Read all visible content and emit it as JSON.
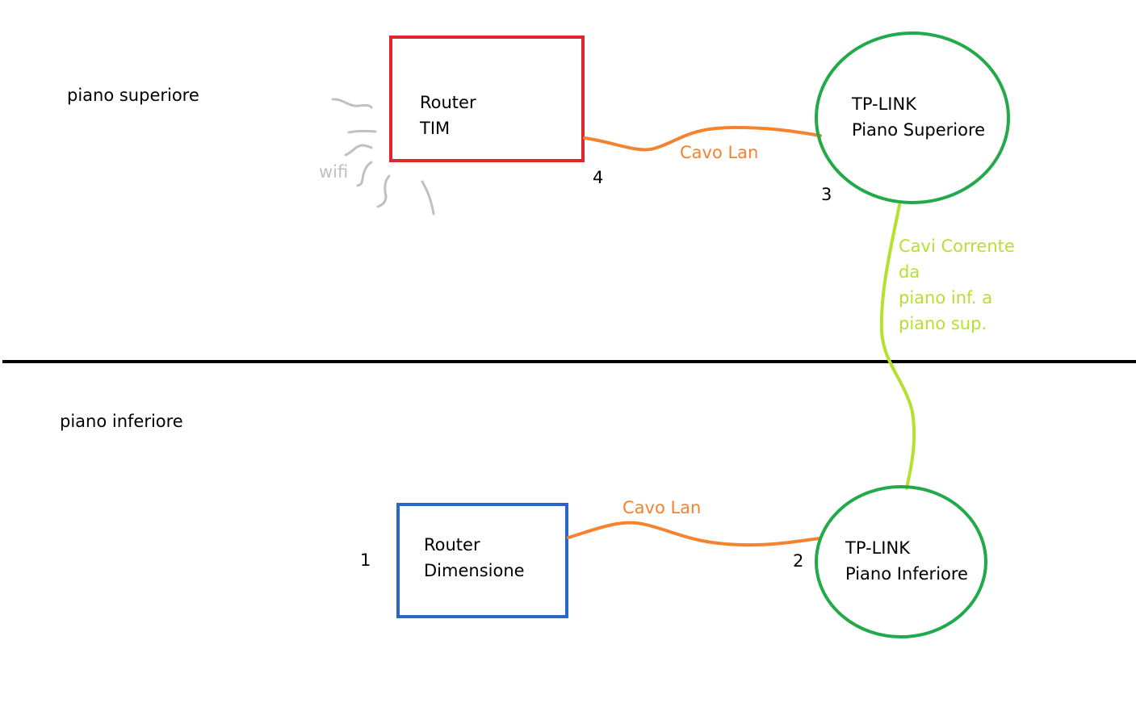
{
  "floors": {
    "upper_label": "piano superiore",
    "lower_label": "piano inferiore"
  },
  "nodes": {
    "router_tim": {
      "line1": "Router",
      "line2": "TIM",
      "color": "#e0242b"
    },
    "router_dimensione": {
      "line1": "Router",
      "line2": "Dimensione",
      "color": "#2869c8"
    },
    "tplink_sup": {
      "line1": "TP-LINK",
      "line2": "Piano Superiore",
      "color": "#22aa4a"
    },
    "tplink_inf": {
      "line1": "TP-LINK",
      "line2": "Piano Inferiore",
      "color": "#22aa4a"
    }
  },
  "links": {
    "lan_upper": {
      "label": "Cavo Lan",
      "color": "#f5822f"
    },
    "lan_lower": {
      "label": "Cavo Lan",
      "color": "#f5822f"
    },
    "power": {
      "lines": [
        "Cavi Corrente",
        "da",
        "piano inf. a",
        "piano sup."
      ],
      "color": "#b5e12e"
    }
  },
  "numbers": {
    "n1": "1",
    "n2": "2",
    "n3": "3",
    "n4": "4"
  },
  "wifi": {
    "label": "wifi",
    "color": "#c0c0c0"
  }
}
